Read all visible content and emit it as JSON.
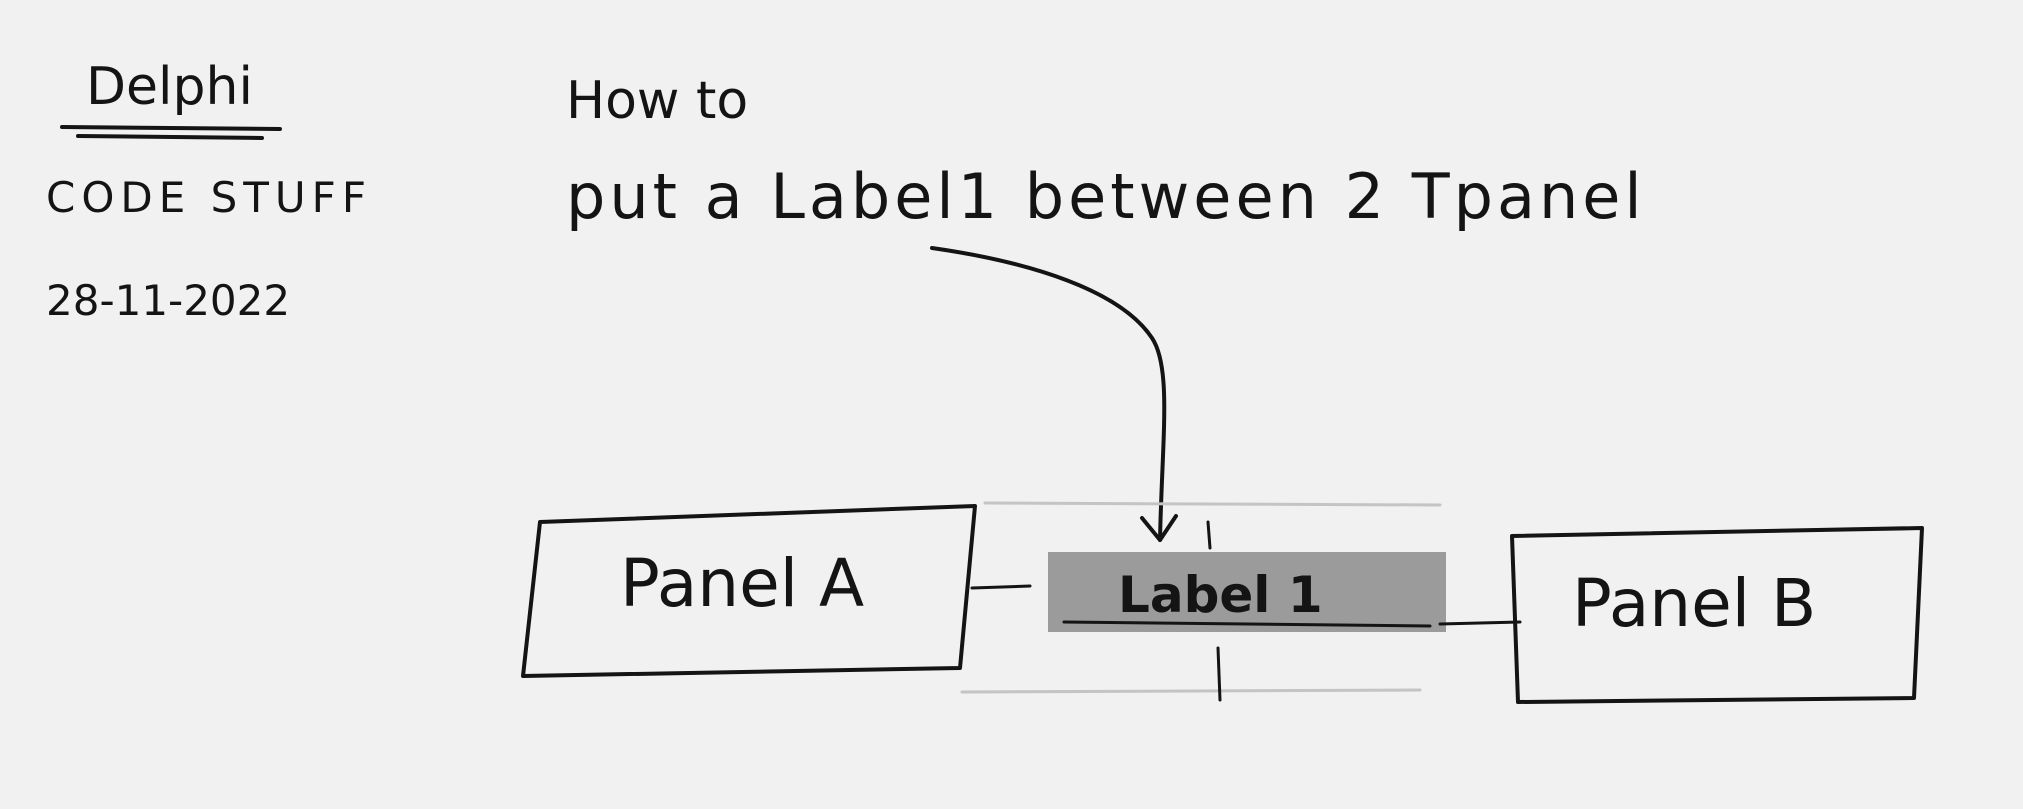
{
  "note_header": {
    "topic": "Delphi",
    "subtitle": "CODE STUFF",
    "date": "28-11-2022"
  },
  "question": {
    "line1": "How to",
    "line2": "put a Label1 between 2 Tpanel"
  },
  "diagram": {
    "panel_a_label": "Panel A",
    "label_box_text": "Label 1",
    "panel_b_label": "Panel B"
  },
  "colors": {
    "paper": "#f1f1f1",
    "ink": "#141414",
    "label_fill": "#9b9b9b",
    "guide_lines": "#c4c4c4"
  }
}
